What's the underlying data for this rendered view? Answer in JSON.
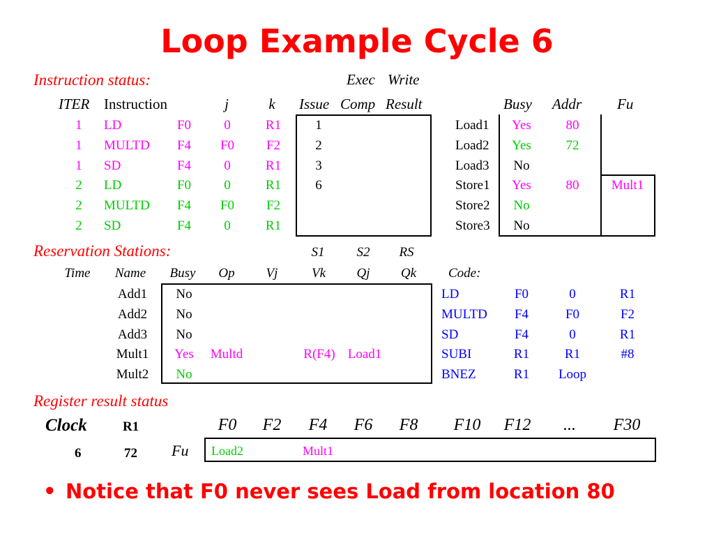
{
  "title": "Loop Example Cycle 6",
  "colors": {
    "red": "#ff0000",
    "magenta": "#ff00ff",
    "green": "#00cc00",
    "blue": "#0000ff",
    "black": "#000000"
  },
  "instruction_status": {
    "label": "Instruction status:",
    "exec_label": "Exec",
    "write_label": "Write",
    "headers": {
      "iter": "ITER",
      "instruction": "Instruction",
      "j": "j",
      "k": "k",
      "issue": "Issue",
      "comp": "Comp",
      "result": "Result"
    },
    "rows": [
      {
        "iter": "1",
        "op": "LD",
        "dest": "F0",
        "j": "0",
        "k": "R1",
        "issue": "1",
        "color": "#ff00ff"
      },
      {
        "iter": "1",
        "op": "MULTD",
        "dest": "F4",
        "j": "F0",
        "k": "F2",
        "issue": "2",
        "color": "#ff00ff"
      },
      {
        "iter": "1",
        "op": "SD",
        "dest": "F4",
        "j": "0",
        "k": "R1",
        "issue": "3",
        "color": "#ff00ff"
      },
      {
        "iter": "2",
        "op": "LD",
        "dest": "F0",
        "j": "0",
        "k": "R1",
        "issue": "6",
        "color": "#00cc00"
      },
      {
        "iter": "2",
        "op": "MULTD",
        "dest": "F4",
        "j": "F0",
        "k": "F2",
        "issue": "",
        "color": "#00cc00"
      },
      {
        "iter": "2",
        "op": "SD",
        "dest": "F4",
        "j": "0",
        "k": "R1",
        "issue": "",
        "color": "#00cc00"
      }
    ]
  },
  "buffers": {
    "headers": {
      "busy": "Busy",
      "addr": "Addr",
      "fu": "Fu"
    },
    "rows": [
      {
        "name": "Load1",
        "busy": "Yes",
        "addr": "80",
        "fu": "",
        "color": "#ff00ff"
      },
      {
        "name": "Load2",
        "busy": "Yes",
        "addr": "72",
        "fu": "",
        "color": "#00cc00"
      },
      {
        "name": "Load3",
        "busy": "No",
        "addr": "",
        "fu": "",
        "color": "#000000"
      },
      {
        "name": "Store1",
        "busy": "Yes",
        "addr": "80",
        "fu": "Mult1",
        "color": "#ff00ff"
      },
      {
        "name": "Store2",
        "busy": "No",
        "addr": "",
        "fu": "",
        "color": "#00cc00"
      },
      {
        "name": "Store3",
        "busy": "No",
        "addr": "",
        "fu": "",
        "color": "#000000"
      }
    ]
  },
  "reservation_stations": {
    "label": "Reservation Stations:",
    "group_headers": {
      "s1": "S1",
      "s2": "S2",
      "rs": "RS"
    },
    "headers": {
      "time": "Time",
      "name": "Name",
      "busy": "Busy",
      "op": "Op",
      "vj": "Vj",
      "vk": "Vk",
      "qj": "Qj",
      "qk": "Qk"
    },
    "rows": [
      {
        "name": "Add1",
        "busy": "No",
        "op": "",
        "vj": "",
        "vk": "",
        "qj": "",
        "qk": "",
        "color": "#000000"
      },
      {
        "name": "Add2",
        "busy": "No",
        "op": "",
        "vj": "",
        "vk": "",
        "qj": "",
        "qk": "",
        "color": "#000000"
      },
      {
        "name": "Add3",
        "busy": "No",
        "op": "",
        "vj": "",
        "vk": "",
        "qj": "",
        "qk": "",
        "color": "#000000"
      },
      {
        "name": "Mult1",
        "busy": "Yes",
        "op": "Multd",
        "vj": "",
        "vk": "R(F4)",
        "qj": "Load1",
        "qk": "",
        "color": "#ff00ff"
      },
      {
        "name": "Mult2",
        "busy": "No",
        "op": "",
        "vj": "",
        "vk": "",
        "qj": "",
        "qk": "",
        "color": "#00cc00"
      }
    ]
  },
  "code": {
    "label": "Code:",
    "lines": [
      {
        "op": "LD",
        "a": "F0",
        "b": "0",
        "c": "R1"
      },
      {
        "op": "MULTD",
        "a": "F4",
        "b": "F0",
        "c": "F2"
      },
      {
        "op": "SD",
        "a": "F4",
        "b": "0",
        "c": "R1"
      },
      {
        "op": "SUBI",
        "a": "R1",
        "b": "R1",
        "c": "#8"
      },
      {
        "op": "BNEZ",
        "a": "R1",
        "b": "Loop",
        "c": ""
      }
    ]
  },
  "register_status": {
    "label": "Register result status",
    "clock_label": "Clock",
    "r1_label": "R1",
    "registers": [
      "F0",
      "F2",
      "F4",
      "F6",
      "F8",
      "F10",
      "F12",
      "...",
      "F30"
    ],
    "clock_value": "6",
    "r1_value": "72",
    "fu_label": "Fu",
    "fu_values": [
      "Load2",
      "",
      "Mult1",
      "",
      "",
      "",
      "",
      "",
      ""
    ],
    "fu_colors": [
      "#00cc00",
      "#000000",
      "#ff00ff",
      "#000000",
      "#000000",
      "#000000",
      "#000000",
      "#000000",
      "#000000"
    ]
  },
  "bullet": "Notice that F0 never sees Load from location 80"
}
